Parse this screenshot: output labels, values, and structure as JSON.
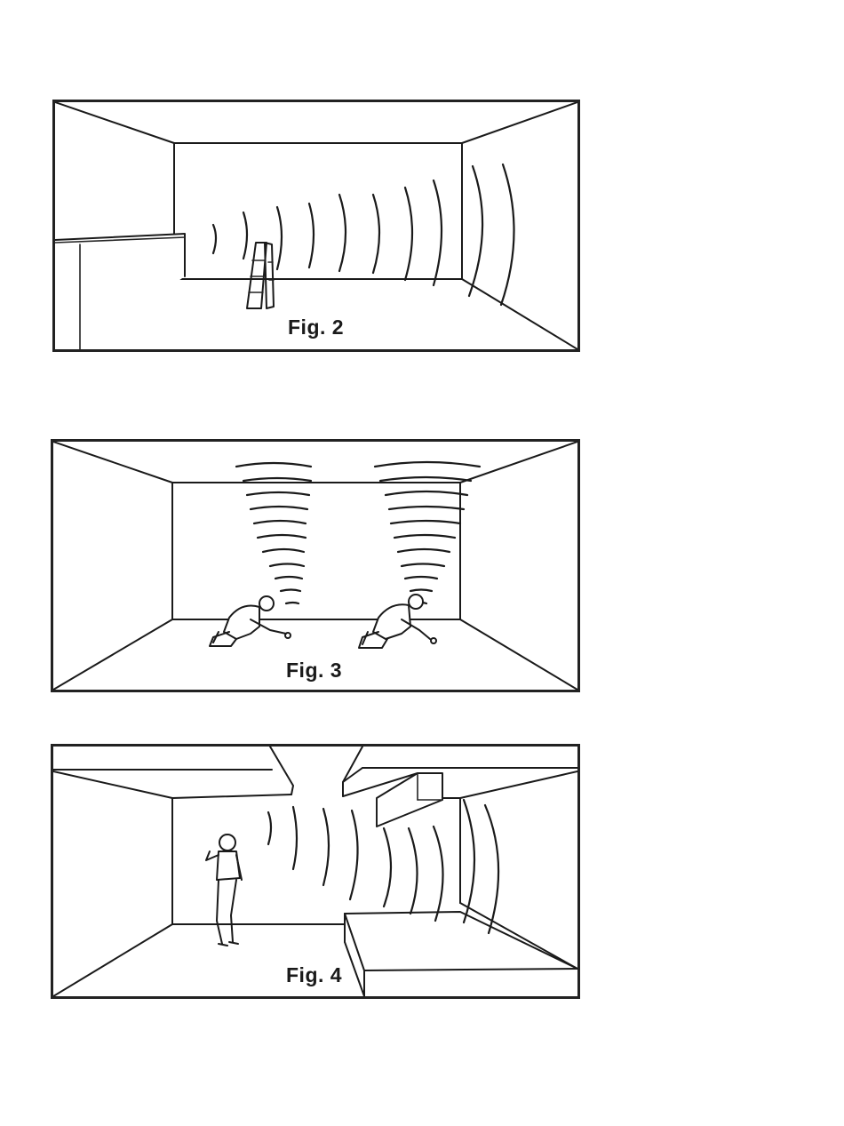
{
  "figures": [
    {
      "id": "fig2",
      "caption": "Fig. 2"
    },
    {
      "id": "fig3",
      "caption": "Fig. 3"
    },
    {
      "id": "fig4",
      "caption": "Fig. 4"
    }
  ],
  "colors": {
    "ink": "#1a1a1a",
    "paper": "#ffffff"
  }
}
